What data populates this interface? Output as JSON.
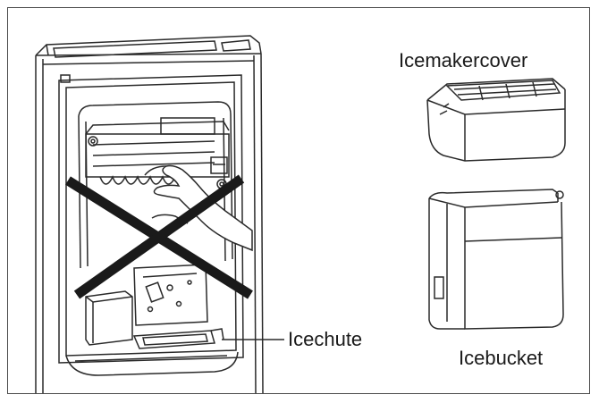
{
  "labels": {
    "icemaker_cover": "Icemakercover",
    "ice_chute": "Icechute",
    "ice_bucket": "Icebucket"
  },
  "colors": {
    "line": "#2a2a2a",
    "cross": "#1a1a1a",
    "frame": "#4a4a4a"
  },
  "icons": {
    "prohibited_mark": "cross-icon",
    "hand": "hand-icon"
  }
}
